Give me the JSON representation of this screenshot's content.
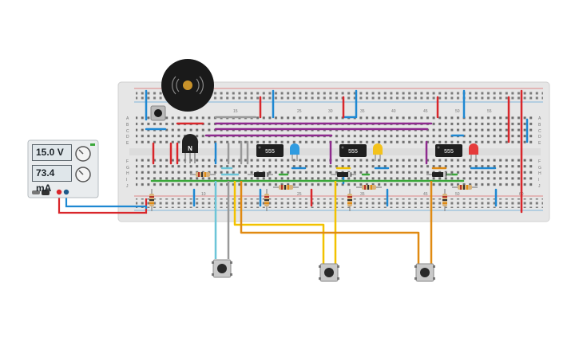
{
  "power_supply": {
    "voltage_display": "15.0 V",
    "current_display": "73.4 mA"
  },
  "breadboard": {
    "row_labels_left": [
      "A",
      "B",
      "C",
      "D",
      "E",
      "F",
      "G",
      "H",
      "I",
      "J"
    ],
    "row_labels_right": [
      "A",
      "B",
      "C",
      "D",
      "E",
      "F",
      "G",
      "H",
      "I",
      "J"
    ],
    "column_numbers_top": [
      "15",
      "25",
      "30",
      "35",
      "40",
      "45",
      "50",
      "55"
    ],
    "column_numbers_bottom": [
      "10",
      "25",
      "35",
      "45",
      "50",
      "60"
    ]
  },
  "components": {
    "transistor_label": "N",
    "ic_labels": [
      "555",
      "555",
      "555"
    ],
    "led_colors": [
      "#2f9be0",
      "#f3c21c",
      "#e53b3b"
    ],
    "buzzer_name": "piezo-buzzer",
    "pushbuttons": 4
  },
  "colors": {
    "board": "#e6e6e6",
    "rail_red": "#d9262b",
    "rail_blue": "#1e88d2",
    "wire_purple": "#8e2a8e",
    "wire_green": "#3aa73a",
    "wire_orange": "#e08a12",
    "wire_yellow": "#f2c200",
    "wire_teal": "#6cc5d8",
    "wire_gray": "#999999"
  }
}
